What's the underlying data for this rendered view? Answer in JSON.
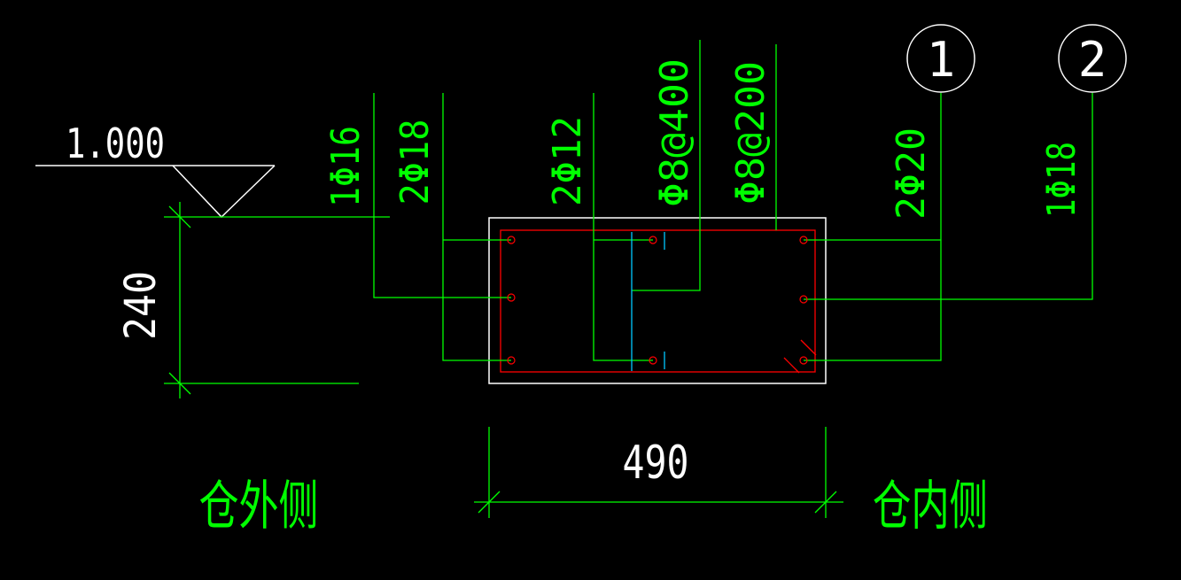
{
  "colors": {
    "background": "#000000",
    "green": "#00ff00",
    "white": "#ffffff",
    "red": "#ff0000",
    "cyan": "#00c8ff"
  },
  "elevation": {
    "label": "1.000"
  },
  "dimensions": {
    "height_label": "240",
    "width_label": "490"
  },
  "rebar_labels": {
    "top_left_1": "1Φ16",
    "top_left_2": "2Φ18",
    "mid_1": "2Φ12",
    "stirrup_1": "Φ8@400",
    "stirrup_2": "Φ8@200",
    "right_1": "2Φ20",
    "right_2": "1Φ18"
  },
  "axes": {
    "axis_1": "1",
    "axis_2": "2"
  },
  "side_labels": {
    "outer": "仓外侧",
    "inner": "仓内侧"
  }
}
